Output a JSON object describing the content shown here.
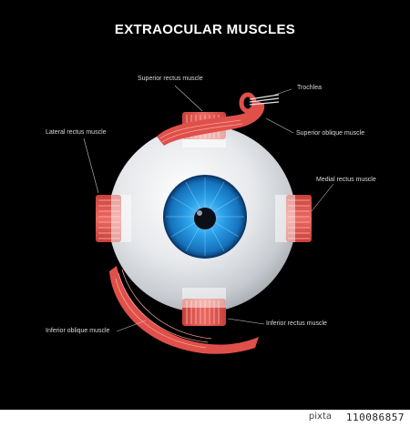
{
  "title": "EXTRAOCULAR MUSCLES",
  "labels": {
    "superior_rectus": "Superior rectus muscle",
    "trochlea": "Trochlea",
    "lateral_rectus": "Lateral rectus muscle",
    "superior_oblique": "Superior  oblique muscle",
    "medial_rectus": "Medial rectus muscle",
    "inferior_oblique": "Inferior oblique muscle",
    "inferior_rectus": "Inferior rectus muscle"
  },
  "watermark": {
    "brand": "pixta",
    "id": "110086857"
  },
  "colors": {
    "background": "#000000",
    "muscle": "#e0504a",
    "muscle_dark": "#b8332e",
    "sclera": "#e8eaed",
    "iris": "#1e8fd6",
    "pupil": "#0a0f18",
    "leader_line": "#bfbfbf"
  }
}
